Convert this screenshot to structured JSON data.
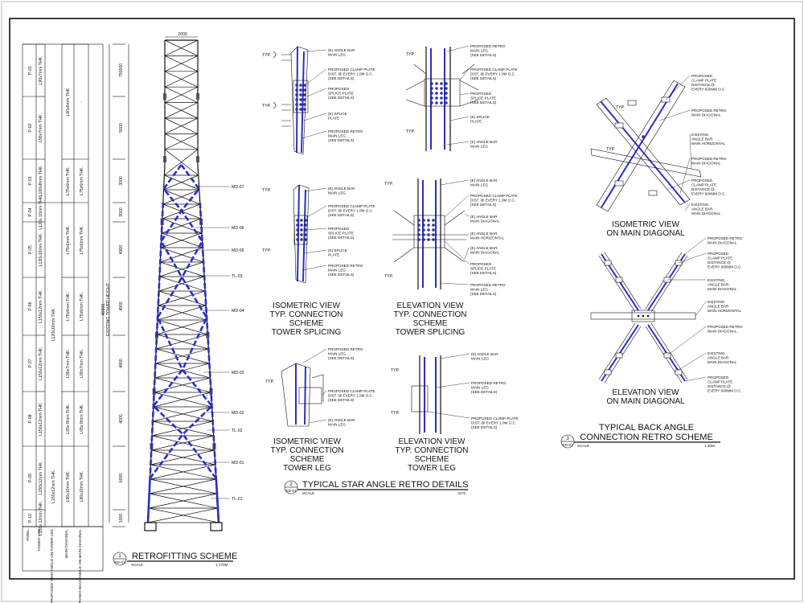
{
  "table": {
    "row_labels": [
      "PANEL",
      "TOWER LEG",
      "PROPOSED STAR ANGLE ON TOWER LEG",
      "MAIN DIAGONAL",
      "PROPOSED BACK ANGLE ON MAIN DIAGONAL"
    ],
    "panels": [
      "P-01",
      "P-02",
      "P-03",
      "P-04",
      "P-05",
      "P-06",
      "P-07",
      "P-08",
      "P-09",
      "P-10"
    ],
    "leg_sizes": [
      "L90x7mm THK.",
      "L90x7mm THK.",
      "L100x8mm THK.",
      "L120x 10mm THK.",
      "L120x10mm THK.",
      "L150x12mm THK.",
      "L150x12mm THK.",
      "L150x12mm THK.",
      "L150x12mm THK.",
      "L150x 12mm THK."
    ],
    "star_angle": [
      "L120x10mm THK.",
      "L150x12mm THK."
    ],
    "diagonal_sizes": [
      "L60x6mm THK.",
      "L75x6mm THK.",
      "L75x6mm THK.",
      "L75x6mm THK.",
      "L90x7mm THK.",
      "L65x 8mm THK.",
      "L90x10mm THK."
    ],
    "back_angle": [
      "-",
      "L75x6mm THK.",
      "L75x6mm THK.",
      "L75x6mm THK.",
      "L90x7mm THK.",
      "L65x 8mm THK.",
      "L90x10mm THK."
    ],
    "dims": [
      "750000",
      "5000",
      "3000",
      "2000",
      "4900",
      "4900",
      "4900",
      "4000",
      "6000",
      "1000"
    ],
    "total": "40000",
    "total_label": "EXISTING TOWER HEIGHT"
  },
  "tower": {
    "top_dim": "2000",
    "members": [
      "MD-07",
      "MD-06",
      "MD-05",
      "TL-03",
      "MD-04",
      "MD-03",
      "MD-02",
      "TL-02",
      "MD-01",
      "TL-01"
    ]
  },
  "splice_iso": {
    "typ": "TYP.",
    "notes": [
      "(E) ANGLE BAR",
      "MAIN LEG",
      "PROPOSED CLAMP PLATE",
      "DIST. @ EVERY 1.0M O.C.",
      "(SEE DETAILS)",
      "PROPOSED",
      "SPLICE PLATE",
      "(SEE DETAILS)",
      "(E) SPLICE",
      "PLATE",
      "PROPOSED RETRO",
      "MAIN LEG",
      "(SEE DETAILS)"
    ]
  },
  "splice_elev": {
    "notes": [
      "PROPOSED RETRO",
      "MAIN LEG",
      "(SEE DETAILS)",
      "PROPOSED CLAMP PLATE",
      "DIST. @ EVERY 1.0M O.C.",
      "(SEE DETAILS)",
      "PROPOSED",
      "SPLICE PLATE",
      "(SEE DETAILS)",
      "(E) SPLICE",
      "PLATE",
      "(E) ANGLE BAR",
      "MAIN LEG"
    ]
  },
  "mid_iso": {
    "notes": [
      "(E) ANGLE BAR",
      "MAIN LEG",
      "PROPOSED CLAMP PLATE",
      "DIST. @ EVERY 1.0M O.C.",
      "(SEE DETAILS)",
      "PROPOSED",
      "SPLICE PLATE",
      "(SEE DETAILS)",
      "(E) SPLICE",
      "PLATE",
      "PROPOSED RETRO",
      "MAIN LEG",
      "(SEE DETAILS)"
    ]
  },
  "mid_elev": {
    "notes": [
      "(E) ANGLE BAR",
      "MAIN LEG",
      "PROPOSED CLAMP PLATE",
      "DIST. @ EVERY 1.0M O.C.",
      "(SEE DETAILS)",
      "(E) ANGLE BAR",
      "MAIN DIAGONAL",
      "(E) ANGLE BAR",
      "MAIN HORIZONTAL",
      "(E) ANGLE BAR",
      "MAIN DIAGONAL",
      "PROPOSED",
      "SPLICE PLATE",
      "(SEE DETAILS)",
      "PROPOSED RETRO",
      "MAIN LEG",
      "(SEE DETAILS)"
    ]
  },
  "captions": {
    "iso_splice": [
      "ISOMETRIC VIEW",
      "TYP. CONNECTION",
      "SCHEME",
      "TOWER SPLICING"
    ],
    "elev_splice": [
      "ELEVATION VIEW",
      "TYP. CONNECTION",
      "SCHEME",
      "TOWER SPLICING"
    ],
    "iso_leg": [
      "ISOMETRIC VIEW",
      "TYP. CONNECTION",
      "SCHEME",
      "TOWER LEG"
    ],
    "elev_leg": [
      "ELEVATION VIEW",
      "TYP. CONNECTION",
      "SCHEME",
      "TOWER LEG"
    ],
    "iso_diag": [
      "ISOMETRIC VIEW",
      "ON MAIN DIAGONAL"
    ],
    "elev_diag": [
      "ELEVATION VIEW",
      "ON MAIN DIAGONAL"
    ]
  },
  "leg_iso": {
    "notes": [
      "PROPOSED RETRO",
      "MAIN LEG",
      "(SEE DETAILS)",
      "PROPOSED CLAMP PLATE",
      "DIST. @ EVERY 1.0M O.C.",
      "(SEE DETAILS)",
      "(E) ANGLE BAR",
      "MAIN LEG"
    ]
  },
  "leg_elev": {
    "notes": [
      "(E) ANGLE BAR",
      "MAIN LEG",
      "PROPOSED RETRO",
      "MAIN LEG",
      "(SEE DETAILS)",
      "PROPOSED CLAMP PLATE",
      "DIST. @ EVERY 1.0M O.C.",
      "(SEE DETAILS)"
    ]
  },
  "diag_iso": {
    "notes": [
      "PROPOSED",
      "CLAMP PLATE",
      "DISTANCE @",
      "EVERY 600MM O.C.",
      "PROPOSED RETRO",
      "MAIN DIAGONAL",
      "EXISTING",
      "ANGLE BAR",
      "MAIN HORIZONTAL",
      "PROPOSED RETRO",
      "MAIN DIAGONAL",
      "PROPOSED",
      "CLAMP PLATE",
      "DISTANCE @",
      "EVERY 600MM O.C.",
      "EXISTING",
      "ANGLE BAR",
      "MAIN DIAGONAL"
    ]
  },
  "diag_elev": {
    "notes": [
      "PROPOSED RETRO",
      "MAIN DIAGONAL",
      "PROPOSED",
      "CLAMP PLATE",
      "DISTANCE @",
      "EVERY 600MM O.C.",
      "EXISTING",
      "ANGLE BAR",
      "MAIN DIAGONAL",
      "EXISTING",
      "ANGLE BAR",
      "MAIN HORIZONTAL",
      "PROPOSED RETRO",
      "MAIN DIAGONAL",
      "EXISTING",
      "ANGLE BAR",
      "MAIN DIAGONAL",
      "PROPOSED",
      "CLAMP PLATE",
      "DISTANCE @",
      "EVERY 600MM O.C."
    ]
  },
  "titles": {
    "t1": {
      "num": "1",
      "sheet": "RD-01",
      "title": "RETROFITTING SCHEME",
      "scale_label": "SCALE",
      "scale": "1:170M"
    },
    "t2": {
      "num": "2",
      "sheet": "RD-01",
      "title": "TYPICAL STAR ANGLE RETRO DETAILS",
      "scale_label": "SCALE",
      "scale": "NTS"
    },
    "t3": {
      "num": "3",
      "sheet": "RD-01",
      "title_a": "TYPICAL BACK ANGLE",
      "title_b": "CONNECTION RETRO SCHEME",
      "scale_label": "SCALE",
      "scale": "1:20M"
    }
  }
}
